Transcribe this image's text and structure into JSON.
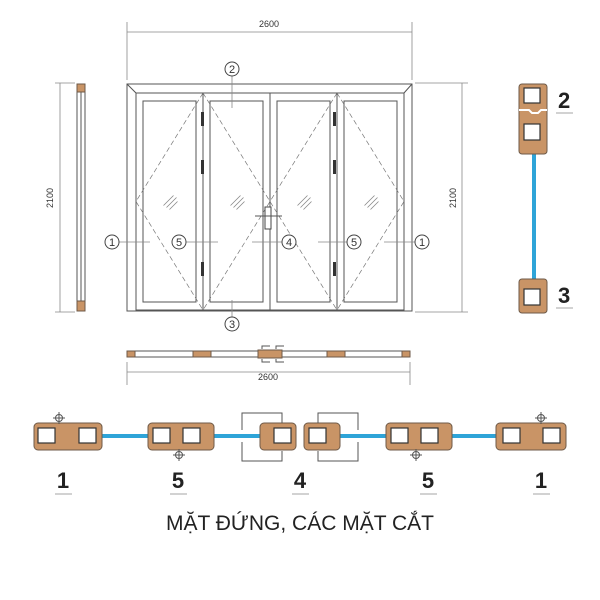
{
  "dimensions": {
    "width_top": "2600",
    "width_bottom": "2600",
    "height_left": "2100",
    "height_right": "2100"
  },
  "markers": {
    "m1_left": "1",
    "m2": "2",
    "m3": "3",
    "m4": "4",
    "m5_left": "5",
    "m5_right": "5",
    "m1_right": "1"
  },
  "sections": {
    "s2": "2",
    "s3": "3",
    "b1_left": "1",
    "b5_left": "5",
    "b4": "4",
    "b5_right": "5",
    "b1_right": "1"
  },
  "title": "MẶT ĐỨNG, CÁC MẶT CẮT",
  "colors": {
    "profile": "#c99466",
    "glass": "#2ea4d8"
  }
}
